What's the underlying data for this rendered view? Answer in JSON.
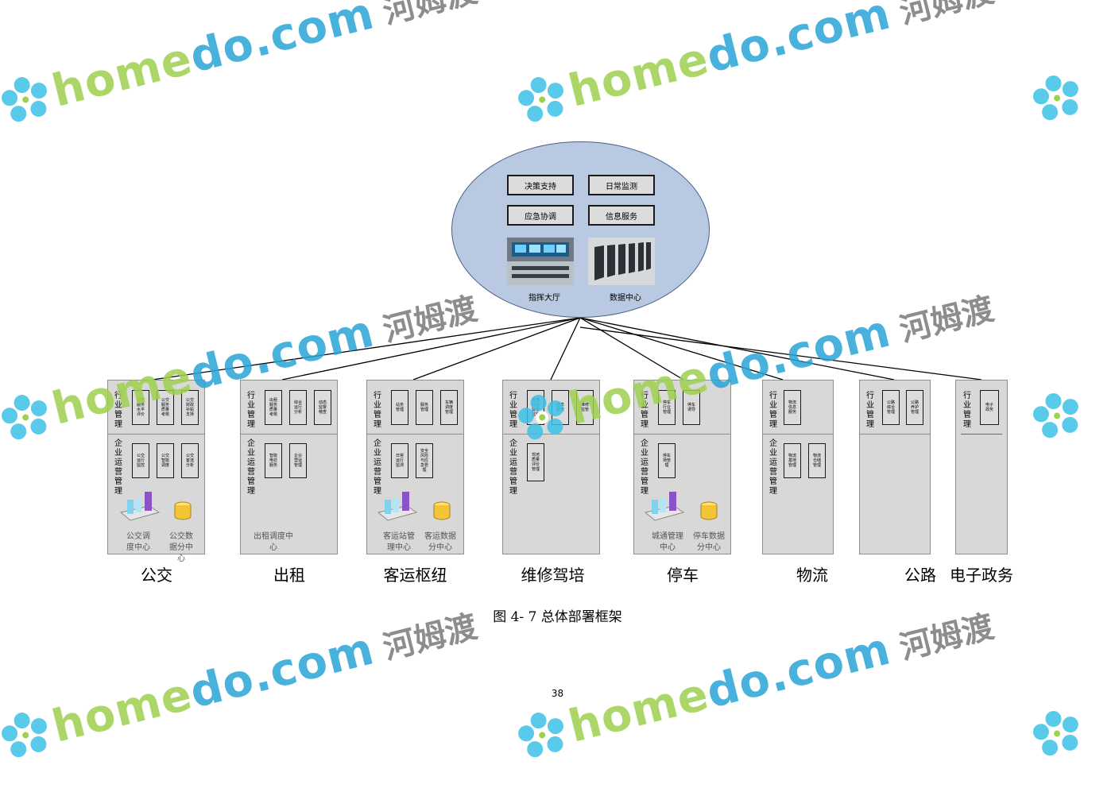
{
  "center": {
    "buttons": [
      "决策支持",
      "日常监测",
      "应急协调",
      "信息服务"
    ],
    "photos": [
      "指挥大厅",
      "数据中心"
    ]
  },
  "panels": [
    {
      "category": "公交",
      "top_label": "行业管理",
      "top_boxes": [
        "公交服务水平评价",
        "公交服务质量考核",
        "公交财政补贴支持"
      ],
      "bottom_label": "企业运营管理",
      "bottom_boxes": [
        "公交运行监控",
        "公交智能调度",
        "公交客流分析"
      ],
      "captions": [
        "公交调度中心",
        "公交数据分中心"
      ]
    },
    {
      "category": "出租",
      "top_label": "行业管理",
      "top_boxes": [
        "出租服务质量考核",
        "综合运行分析",
        "动态监督稽查"
      ],
      "bottom_label": "企业运营管理",
      "bottom_boxes": [
        "智能电召服务",
        "企业营运管理"
      ],
      "captions": [
        "出租调度中心"
      ]
    },
    {
      "category": "客运枢纽",
      "top_label": "行业管理",
      "top_boxes": [
        "站务管理",
        "服务管理",
        "车辆调度管理"
      ],
      "bottom_label": "企业运营管理",
      "bottom_boxes": [
        "日常运行监测",
        "安全风险与应急管理"
      ],
      "captions": [
        "客运站管理中心",
        "客运数据分中心"
      ]
    },
    {
      "category": "维修驾培",
      "top_label": "行业管理",
      "top_boxes": [
        "驾培行业监督监管",
        "信息监管",
        "维修监管"
      ],
      "bottom_label": "企业运营管理",
      "bottom_boxes": [
        "驾培质量评价管理"
      ],
      "captions": []
    },
    {
      "category": "停车",
      "top_label": "行业管理",
      "top_boxes": [
        "停车行业管理",
        "停车诱导"
      ],
      "bottom_label": "企业运营管理",
      "bottom_boxes": [
        "停车场管理"
      ],
      "captions": [
        "城通管理中心",
        "停车数据分中心"
      ]
    },
    {
      "category": "物流",
      "top_label": "行业管理",
      "top_boxes": [
        "物流信息服务"
      ],
      "bottom_label": "企业运营管理",
      "bottom_boxes": [
        "物流基地管理",
        "物流仓储管理"
      ],
      "captions": []
    },
    {
      "category": "公路",
      "top_label": "行业管理",
      "top_boxes": [
        "公路综合管理",
        "公路养护管理"
      ],
      "bottom_label": "",
      "bottom_boxes": [],
      "captions": []
    },
    {
      "category": "电子政务",
      "top_label": "行业管理",
      "top_boxes": [
        "电子政务"
      ],
      "bottom_label": "",
      "bottom_boxes": [],
      "captions": []
    }
  ],
  "figure_caption": "图 4- 7 总体部署框架",
  "page_number": "38",
  "watermark": {
    "brand_green": "home",
    "brand_blue_part": "do",
    "brand_tail": ".com",
    "chinese": "河姆渡"
  },
  "colors": {
    "ellipse_fill": "#b9c9e1",
    "panel_fill": "#d8d8d8",
    "wm_green": "#9fd04f",
    "wm_blue": "#2aa5d6"
  }
}
